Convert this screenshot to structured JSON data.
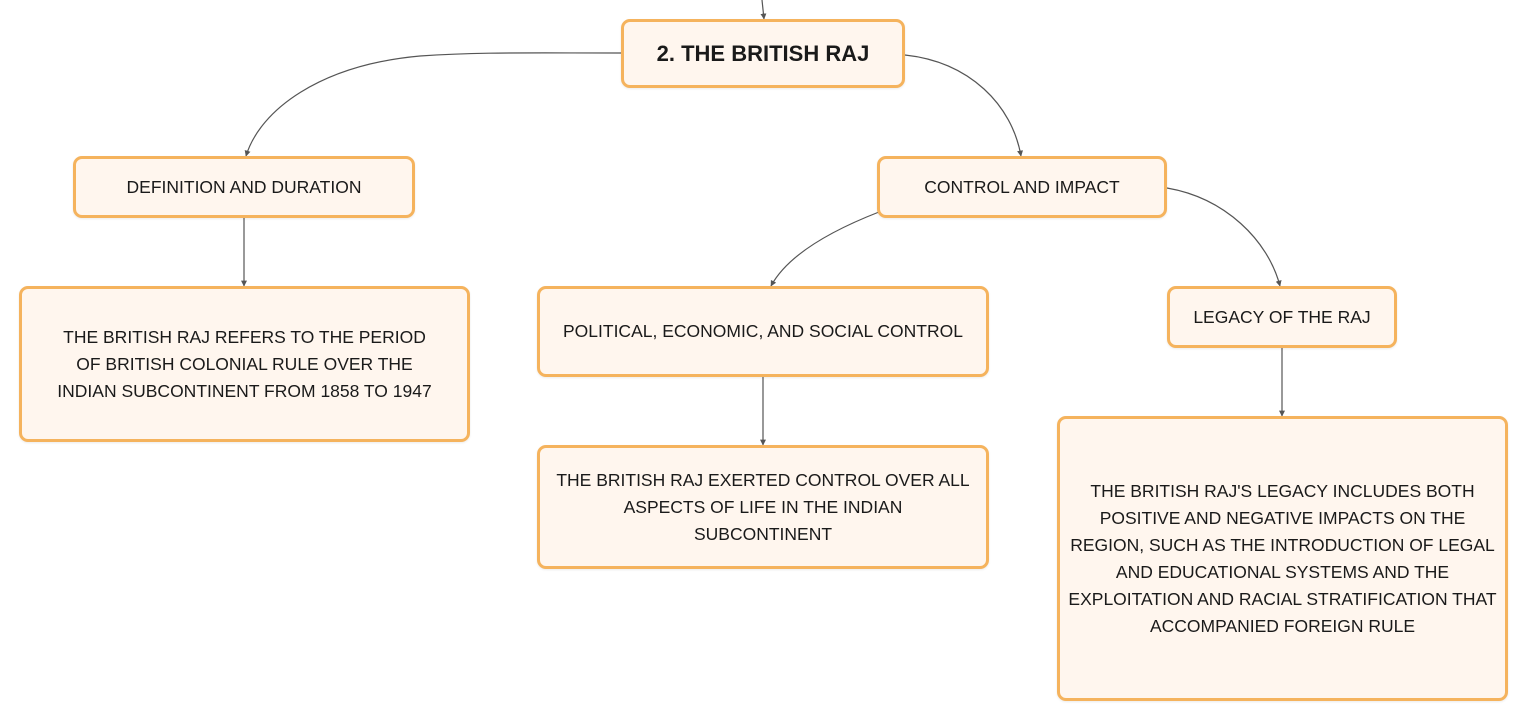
{
  "mindmap": {
    "root": {
      "label": "2. THE BRITISH RAJ"
    },
    "definition": {
      "label": "DEFINITION AND DURATION",
      "detail": "THE BRITISH RAJ REFERS TO THE PERIOD OF BRITISH COLONIAL RULE OVER THE INDIAN SUBCONTINENT FROM 1858 TO 1947"
    },
    "control": {
      "label": "CONTROL AND IMPACT",
      "political": {
        "label": "POLITICAL, ECONOMIC, AND SOCIAL CONTROL",
        "detail": "THE BRITISH RAJ EXERTED CONTROL OVER ALL ASPECTS OF LIFE IN THE INDIAN SUBCONTINENT"
      },
      "legacy": {
        "label": "LEGACY OF THE RAJ",
        "detail": "THE BRITISH RAJ'S LEGACY INCLUDES BOTH POSITIVE AND NEGATIVE IMPACTS ON THE REGION, SUCH AS THE INTRODUCTION OF LEGAL AND EDUCATIONAL SYSTEMS AND THE EXPLOITATION AND RACIAL STRATIFICATION THAT ACCOMPANIED FOREIGN RULE"
      }
    }
  },
  "colors": {
    "node_fill": "#fff6ee",
    "node_border": "#f5b35d",
    "connector": "#555555",
    "text": "#1a1a1a"
  }
}
